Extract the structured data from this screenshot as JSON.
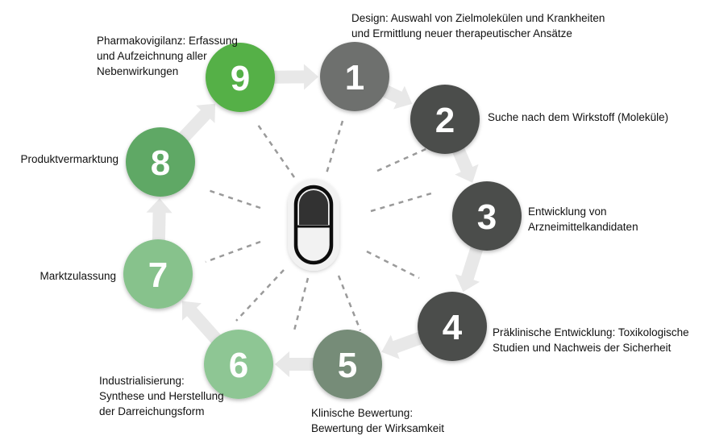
{
  "steps": [
    {
      "number": "1",
      "lines": [
        "Design: Auswahl von Zielmolekülen und Krankheiten",
        "und Ermittlung neuer therapeutischer Ansätze"
      ],
      "color": "#6e706e"
    },
    {
      "number": "2",
      "lines": [
        "Suche nach dem Wirkstoff (Moleküle)"
      ],
      "color": "#4c4d4c"
    },
    {
      "number": "3",
      "lines": [
        "Entwicklung von",
        "Arzneimittelkandidaten"
      ],
      "color": "#4c4d4c"
    },
    {
      "number": "4",
      "lines": [
        "Präklinische Entwicklung: Toxikologische",
        "Studien und Nachweis der Sicherheit"
      ],
      "color": "#4c4d4c"
    },
    {
      "number": "5",
      "lines": [
        "Klinische Bewertung:",
        "Bewertung der Wirksamkeit"
      ],
      "color": "#768c78"
    },
    {
      "number": "6",
      "lines": [
        "Industrialisierung:",
        "Synthese und Herstellung",
        "der Darreichungsform"
      ],
      "color": "#8ec694"
    },
    {
      "number": "7",
      "lines": [
        "Marktzulassung"
      ],
      "color": "#87c28c"
    },
    {
      "number": "8",
      "lines": [
        "Produktvermarktung"
      ],
      "color": "#5ea865"
    },
    {
      "number": "9",
      "lines": [
        "Pharmakovigilanz: Erfassung",
        "und Aufzeichnung aller",
        "Nebenwirkungen"
      ],
      "color": "#55b046"
    }
  ],
  "colors": {
    "arrow": "#e8e8e8",
    "dash": "#9a9a9a",
    "capsule_outline": "#111111",
    "capsule_fill": "#333333",
    "capsule_bg": "#f2f2f2"
  },
  "icons": {
    "center": "capsule-icon",
    "arrow": "cycle-arrow"
  }
}
